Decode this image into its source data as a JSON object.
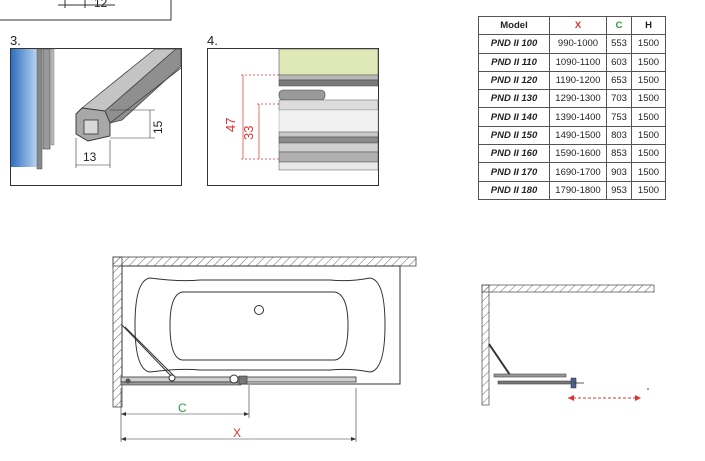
{
  "top_fragment": {
    "dim_label": "12"
  },
  "steps": [
    {
      "label": "3.",
      "dims": [
        "13",
        "15"
      ]
    },
    {
      "label": "4.",
      "dims": [
        "47",
        "33"
      ]
    }
  ],
  "table": {
    "headers": [
      "Model",
      "X",
      "C",
      "H"
    ],
    "header_colors": {
      "x": "#d33333",
      "c": "#2a9d3a"
    },
    "rows": [
      [
        "PND II 100",
        "990-1000",
        "553",
        "1500"
      ],
      [
        "PND II 110",
        "1090-1100",
        "603",
        "1500"
      ],
      [
        "PND II 120",
        "1190-1200",
        "653",
        "1500"
      ],
      [
        "PND II 130",
        "1290-1300",
        "703",
        "1500"
      ],
      [
        "PND II 140",
        "1390-1400",
        "753",
        "1500"
      ],
      [
        "PND II 150",
        "1490-1500",
        "803",
        "1500"
      ],
      [
        "PND II 160",
        "1590-1600",
        "853",
        "1500"
      ],
      [
        "PND II 170",
        "1690-1700",
        "903",
        "1500"
      ],
      [
        "PND II 180",
        "1790-1800",
        "953",
        "1500"
      ]
    ]
  },
  "bath_diagram": {
    "c_label": "C",
    "x_label": "X"
  }
}
